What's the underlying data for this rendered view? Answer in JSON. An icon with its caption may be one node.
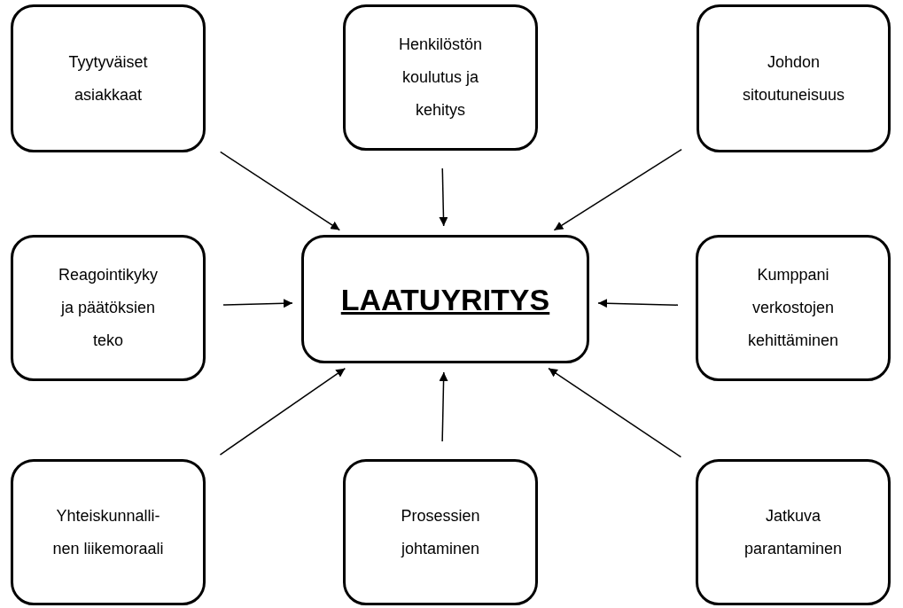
{
  "diagram": {
    "nodes": [
      {
        "text": [
          "Tyytyväiset asiakkaat"
        ]
      },
      {
        "text": [
          "Henkilöstön koulutus ja kehitys"
        ]
      },
      {
        "text": [
          "Johdon sitoutuneisuus"
        ]
      },
      {
        "text": [
          "Reagointikyky ja päätöksien teko"
        ]
      },
      {
        "text": [
          "LAATUYRITYS"
        ]
      },
      {
        "text": [
          "Kumppani verkostojen kehittäminen"
        ]
      },
      {
        "text": [
          "Yhteiskunnalli-nen liikemoraali"
        ]
      },
      {
        "text": [
          "Prosessien johtaminen"
        ]
      },
      {
        "text": [
          "Jatkuva parantaminen"
        ]
      }
    ],
    "edges": [
      {
        "from": 0,
        "to": 4,
        "arrow": "to"
      },
      {
        "from": 1,
        "to": 4,
        "arrow": "to"
      },
      {
        "from": 2,
        "to": 4,
        "arrow": "to"
      },
      {
        "from": 3,
        "to": 4,
        "arrow": "to"
      },
      {
        "from": 5,
        "to": 4,
        "arrow": "to"
      },
      {
        "from": 6,
        "to": 4,
        "arrow": "to"
      },
      {
        "from": 7,
        "to": 4,
        "arrow": "to"
      },
      {
        "from": 8,
        "to": 4,
        "arrow": "to"
      }
    ]
  }
}
